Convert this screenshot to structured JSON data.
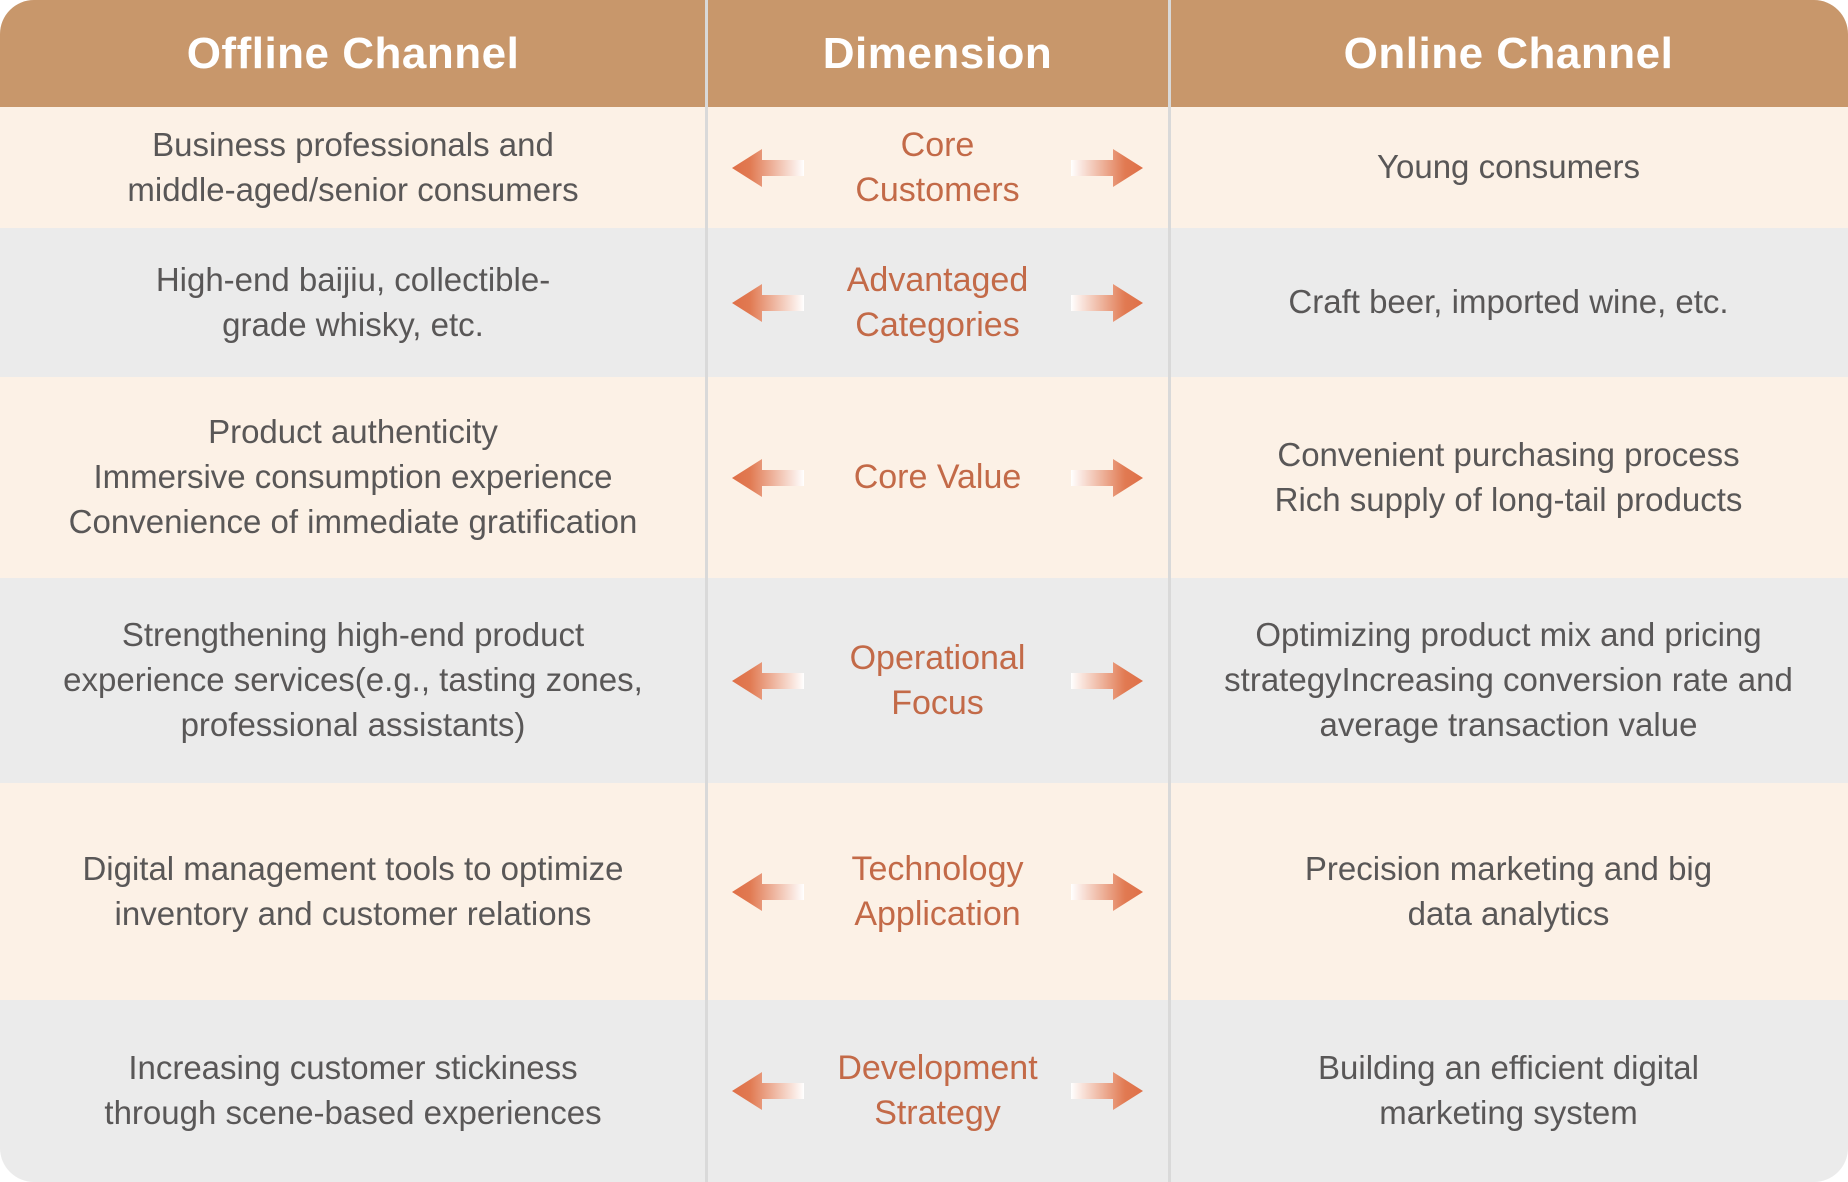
{
  "header": {
    "offline": "Offline Channel",
    "dimension": "Dimension",
    "online": "Online Channel"
  },
  "rows": [
    {
      "offline": "Business professionals and\nmiddle-aged/senior consumers",
      "dimension": "Core\nCustomers",
      "online": "Young consumers"
    },
    {
      "offline": "High-end baijiu, collectible-\ngrade whisky, etc.",
      "dimension": "Advantaged\nCategories",
      "online": "Craft beer, imported wine, etc."
    },
    {
      "offline": "Product authenticity\nImmersive consumption experience\nConvenience of immediate gratification",
      "dimension": "Core Value",
      "online": "Convenient purchasing process\nRich supply of long-tail products"
    },
    {
      "offline": "Strengthening high-end product\nexperience services(e.g., tasting zones,\nprofessional assistants)",
      "dimension": "Operational\nFocus",
      "online": "Optimizing product mix and pricing\nstrategyIncreasing conversion rate and\naverage transaction value"
    },
    {
      "offline": "Digital management tools to optimize\ninventory and customer relations",
      "dimension": "Technology\nApplication",
      "online": "Precision marketing and big\ndata analytics"
    },
    {
      "offline": "Increasing customer stickiness\nthrough scene-based experiences",
      "dimension": "Development\nStrategy",
      "online": "Building an efficient digital\nmarketing system"
    }
  ],
  "icons": {
    "left_arrow": "left-gradient-block-arrow",
    "right_arrow": "right-gradient-block-arrow"
  },
  "colors": {
    "header_bg": "#C8976B",
    "row_cream": "#FCF1E6",
    "row_gray": "#EBEBEB",
    "body_text": "#595757",
    "dimension_text": "#C36A48",
    "arrow_orange": "#DF6F47",
    "divider": "#D9D9D9",
    "header_text": "#FFFFFF",
    "page_bg": "#FFFFFF"
  }
}
